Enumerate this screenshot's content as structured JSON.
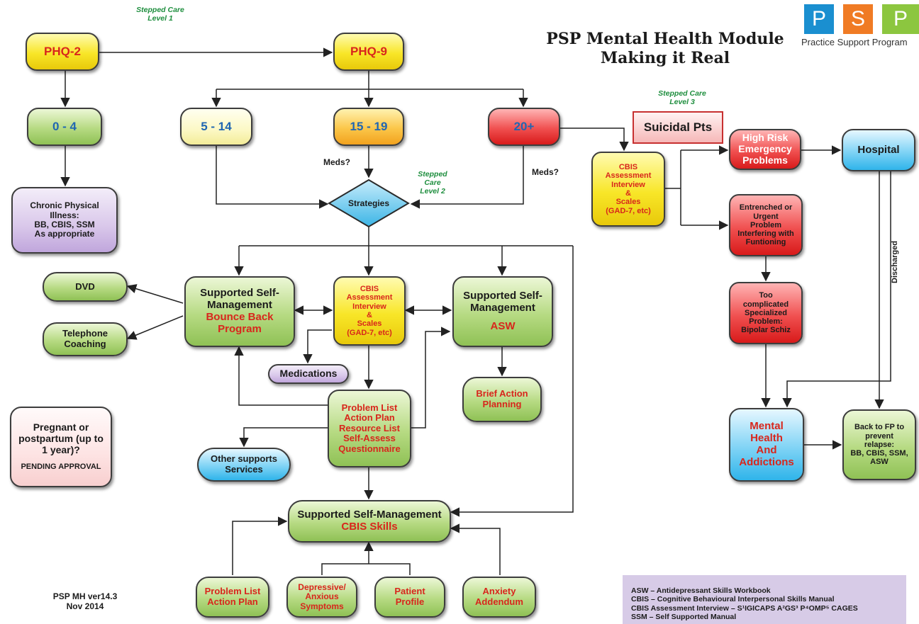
{
  "header": {
    "title_line1": "PSP Mental Health Module",
    "title_line2": "Making it Real",
    "logo_letters": [
      "P",
      "S",
      "P"
    ],
    "logo_caption": "Practice Support Program",
    "logo_colors": [
      "#1a8fd0",
      "#f07b24",
      "#8cc63f"
    ]
  },
  "stepped_care": {
    "level1": [
      "Stepped Care",
      "Level 1"
    ],
    "level2": [
      "Stepped",
      "Care",
      "Level 2"
    ],
    "level3": [
      "Stepped Care",
      "Level 3"
    ]
  },
  "nodes": {
    "phq2": "PHQ-2",
    "phq9": "PHQ-9",
    "range_0_4": "0 - 4",
    "range_5_14": "5 - 14",
    "range_15_19": "15 - 19",
    "range_20": "20+",
    "suicidal": "Suicidal Pts",
    "chronic": [
      "Chronic Physical",
      "Illness:",
      "BB, CBIS, SSM",
      "As appropriate"
    ],
    "strategies": "Strategies",
    "cbis_right": [
      "CBIS",
      "Assessment",
      "Interview",
      "&",
      "Scales",
      "(GAD-7, etc)"
    ],
    "high_risk": [
      "High Risk",
      "Emergency",
      "Problems"
    ],
    "hospital": "Hospital",
    "entrenched": [
      "Entrenched or",
      "Urgent",
      "Problem",
      "Interfering with",
      "Funtioning"
    ],
    "complicated": [
      "Too",
      "complicated",
      "Specialized",
      "Problem:",
      "Bipolar Schiz"
    ],
    "mha": [
      "Mental",
      "Health",
      "And",
      "Addictions"
    ],
    "back_to_fp": [
      "Back to FP to",
      "prevent",
      "relapse:",
      "BB, CBIS, SSM,",
      "ASW"
    ],
    "dvd": "DVD",
    "telephone": [
      "Telephone",
      "Coaching"
    ],
    "ssm_bounce": {
      "title": [
        "Supported Self-",
        "Management"
      ],
      "sub": [
        "Bounce Back",
        "Program"
      ]
    },
    "cbis_center": [
      "CBIS",
      "Assessment",
      "Interview",
      "&",
      "Scales",
      "(GAD-7, etc)"
    ],
    "ssm_asw": {
      "title": [
        "Supported Self-",
        "Management"
      ],
      "sub": [
        "ASW"
      ]
    },
    "medications": "Medications",
    "brief_action": [
      "Brief Action",
      "Planning"
    ],
    "pregnant": [
      "Pregnant or",
      "postpartum (up to",
      "1 year)?"
    ],
    "pending": "PENDING APPROVAL",
    "problem_list": [
      "Problem List",
      "Action Plan",
      "Resource List",
      "Self-Assess",
      "Questionnaire"
    ],
    "other_supports": [
      "Other supports",
      "Services"
    ],
    "ssm_cbis": {
      "title": "Supported Self-Management",
      "sub": "CBIS Skills"
    },
    "pl_action": [
      "Problem List",
      "Action Plan"
    ],
    "depressive": [
      "Depressive/",
      "Anxious",
      "Symptoms"
    ],
    "patient_profile": [
      "Patient",
      "Profile"
    ],
    "anxiety": [
      "Anxiety",
      "Addendum"
    ]
  },
  "labels": {
    "meds_left": "Meds?",
    "meds_right": "Meds?",
    "discharged": "Discharged"
  },
  "footer": [
    "PSP MH ver14.3",
    "Nov 2014"
  ],
  "legend": [
    "ASW – Antidepressant Skills Workbook",
    "CBIS – Cognitive Behavioural Interpersonal Skills Manual",
    "CBIS Assessment Interview – S¹IGICAPS A²GS³ P⁴OMP⁵ CAGES",
    "SSM – Self Supported Manual"
  ]
}
